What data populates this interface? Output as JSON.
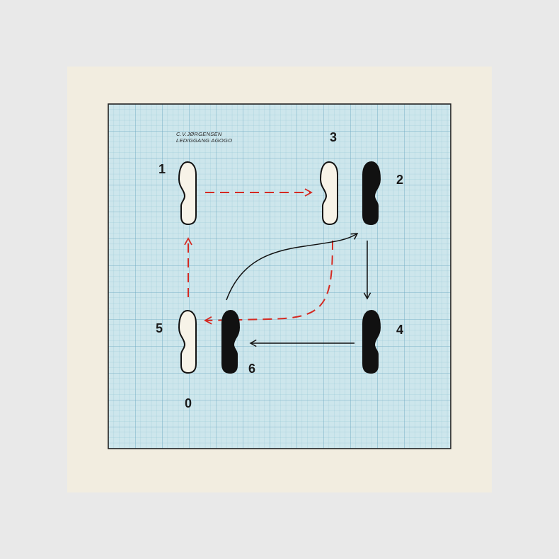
{
  "cover": {
    "artist": "C.V.JØRGENSEN",
    "title": "LEDIGGANG AGOGO"
  },
  "colors": {
    "background": "#e9e9e9",
    "sleeve": "#f2ede0",
    "grid_paper": "#cde6ec",
    "grid_line": "#7fb6c9",
    "border": "#222222",
    "left_foot_fill": "#f7f3e8",
    "right_foot_fill": "#111111",
    "red_path": "#d42a22",
    "black_path": "#111111"
  },
  "diagram": {
    "steps": [
      {
        "label": "0",
        "icon": "start-position-label"
      },
      {
        "label": "1",
        "foot": "left",
        "style": "outline"
      },
      {
        "label": "2",
        "foot": "right",
        "style": "filled"
      },
      {
        "label": "3",
        "foot": "left",
        "style": "outline"
      },
      {
        "label": "4",
        "foot": "right",
        "style": "filled"
      },
      {
        "label": "5",
        "foot": "left",
        "style": "outline"
      },
      {
        "label": "6",
        "foot": "right",
        "style": "filled"
      }
    ],
    "arrows": [
      {
        "from": "1",
        "to": "3",
        "style": "red-dashed"
      },
      {
        "from": "2",
        "to": "4",
        "style": "black-solid"
      },
      {
        "from": "4",
        "to": "6",
        "style": "black-solid"
      },
      {
        "from": "6",
        "to": "2",
        "style": "black-solid-curve"
      },
      {
        "from": "3",
        "to": "5",
        "style": "red-dashed-curve"
      },
      {
        "from": "5",
        "to": "1",
        "style": "red-dashed"
      }
    ]
  }
}
